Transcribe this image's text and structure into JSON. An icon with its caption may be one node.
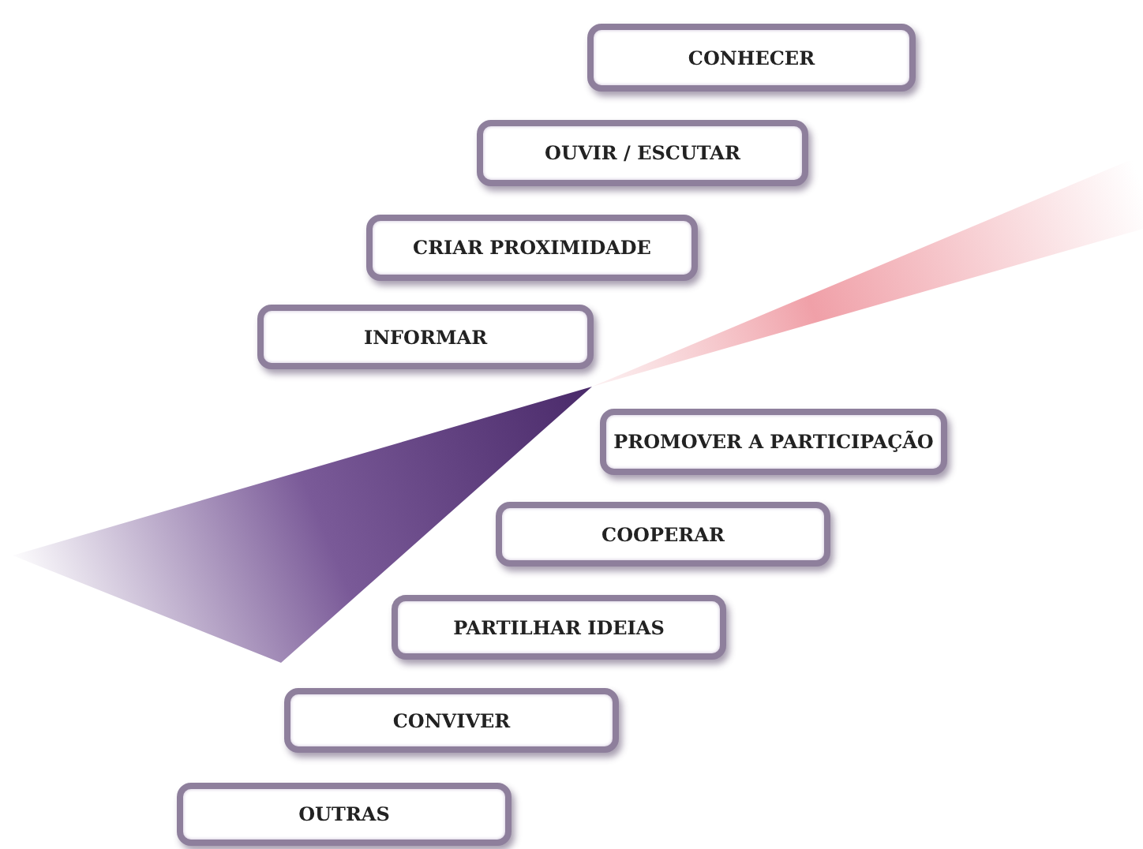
{
  "diagram": {
    "nodes": [
      {
        "text": [
          "CONHECER"
        ]
      },
      {
        "text": [
          "OUVIR / ESCUTAR"
        ]
      },
      {
        "text": [
          "CRIAR PROXIMIDADE"
        ]
      },
      {
        "text": [
          "INFORMAR"
        ]
      },
      {
        "text": [
          "PROMOVER A PARTICIPAÇÃO"
        ]
      },
      {
        "text": [
          "COOPERAR"
        ]
      },
      {
        "text": [
          "PARTILHAR IDEIAS"
        ]
      },
      {
        "text": [
          "CONVIVER"
        ]
      },
      {
        "text": [
          "OUTRAS"
        ]
      }
    ]
  }
}
